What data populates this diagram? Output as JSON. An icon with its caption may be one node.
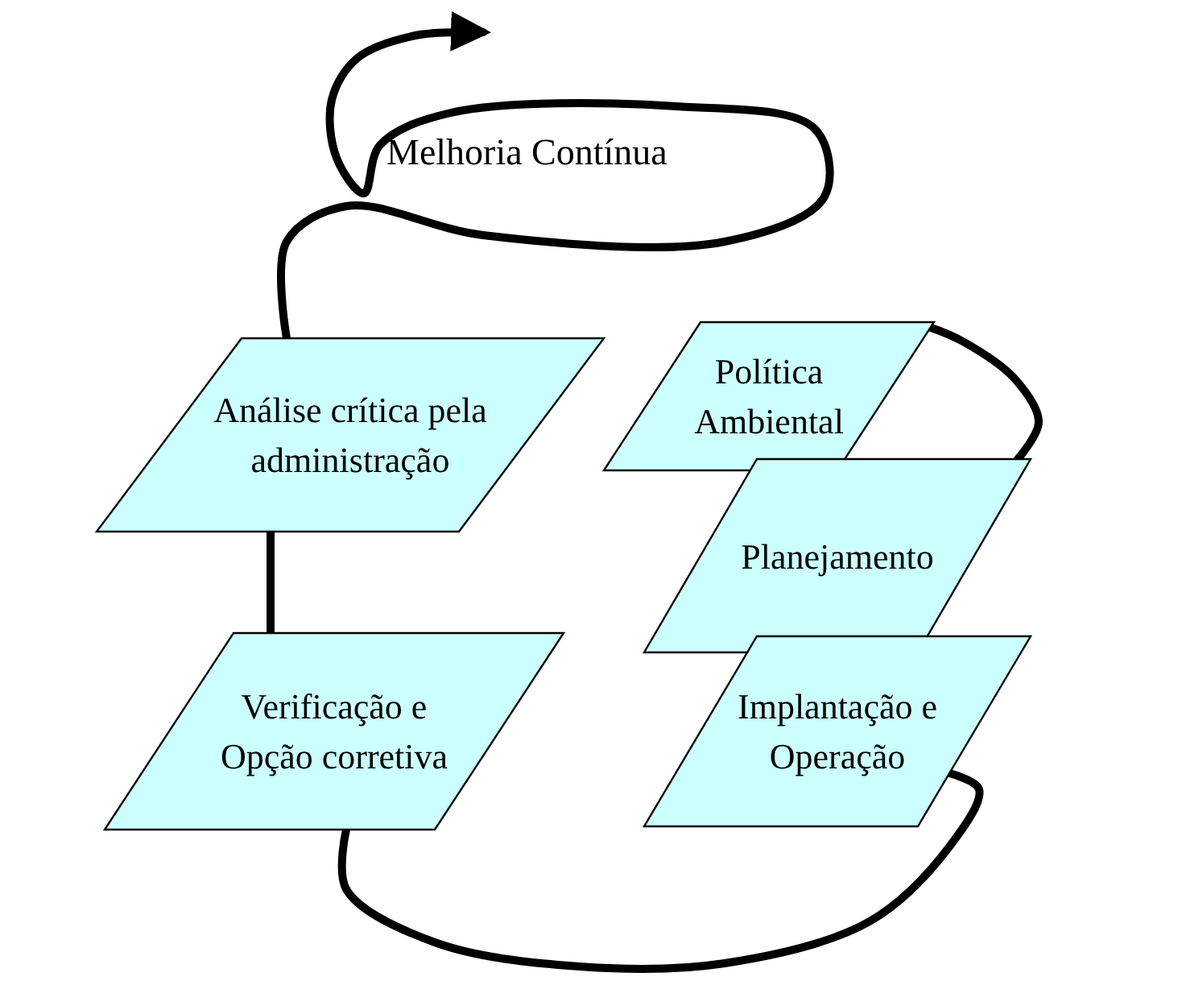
{
  "diagram": {
    "nodes": [
      {
        "text": [
          "Análise crítica pela administração"
        ]
      },
      {
        "text": [
          "Política Ambiental"
        ]
      },
      {
        "text": [
          "Planejamento"
        ]
      },
      {
        "text": [
          "Verificação e Opção corretiva"
        ]
      },
      {
        "text": [
          "Implantação e Operação"
        ]
      }
    ],
    "edges": [
      {
        "from": 1,
        "to": 2,
        "arrow": "none"
      },
      {
        "from": 4,
        "to": 3,
        "arrow": "none"
      },
      {
        "from": 3,
        "to": 0,
        "arrow": "none"
      },
      {
        "from": 0,
        "to": null,
        "arrow": "to"
      }
    ],
    "labels": [
      "Melhoria Contínua"
    ]
  }
}
